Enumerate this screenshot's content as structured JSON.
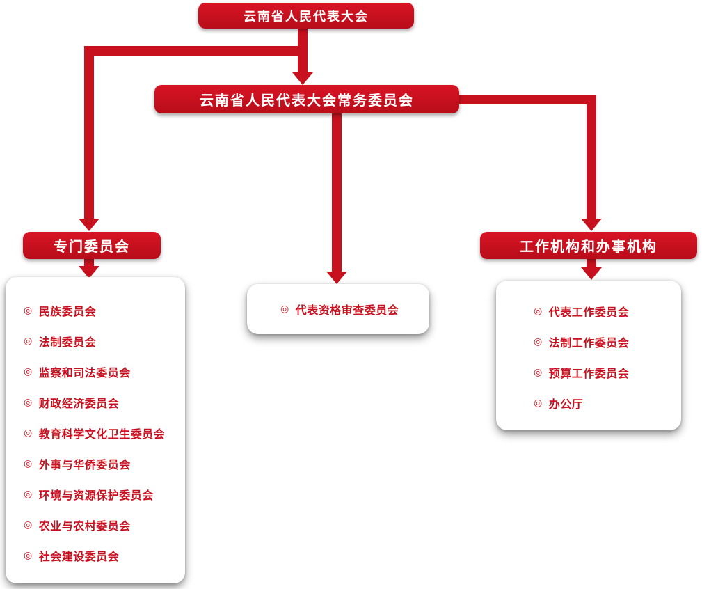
{
  "colors": {
    "primary_red": "#c7111f",
    "box_gradient_top": "#d81424",
    "box_gradient_bottom": "#b80d1a",
    "text_on_red": "#ffffff",
    "card_background": "#ffffff"
  },
  "bullet": "◎",
  "nodes": {
    "root": {
      "label": "云南省人民代表大会"
    },
    "standing": {
      "label": "云南省人民代表大会常务委员会"
    },
    "special": {
      "label": "专门委员会"
    },
    "working": {
      "label": "工作机构和办事机构"
    }
  },
  "lists": {
    "special": {
      "items": [
        "民族委员会",
        "法制委员会",
        "监察和司法委员会",
        "财政经济委员会",
        "教育科学文化卫生委员会",
        "外事与华侨委员会",
        "环境与资源保护委员会",
        "农业与农村委员会",
        "社会建设委员会"
      ]
    },
    "qualification": {
      "items": [
        "代表资格审查委员会"
      ]
    },
    "working": {
      "items": [
        "代表工作委员会",
        "法制工作委员会",
        "预算工作委员会",
        "办公厅"
      ]
    }
  }
}
